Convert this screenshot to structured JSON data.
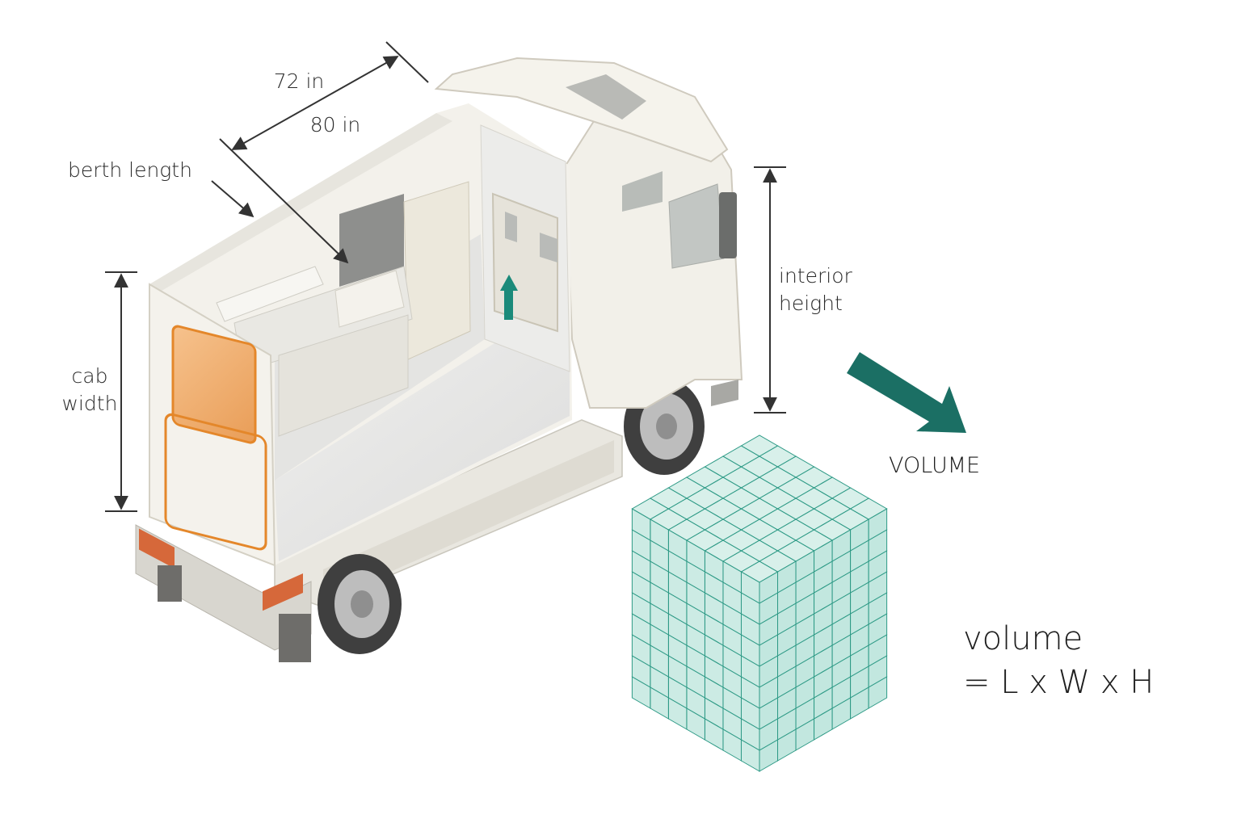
{
  "labels": {
    "dim_72": "72 in",
    "dim_80": "80 in",
    "berth_length": "berth length",
    "cab_width_1": "cab",
    "cab_width_2": "width",
    "interior_height_1": "interior",
    "interior_height_2": "height",
    "volume_arrow_label": "VOLUME",
    "formula_line1": "volume",
    "formula_line2": "= L x W x H"
  },
  "colors": {
    "teal": "#1b7a6e",
    "teal_glass": "#8fd3c4",
    "teal_edge": "#2e9a86",
    "body": "#f1efe8",
    "body_shadow": "#dcd9cf",
    "interior": "#e6e7e6",
    "orange": "#e8912f",
    "tire": "#4a4a4a",
    "dim_line": "#333333"
  },
  "icons": [
    "truck-cutaway",
    "up-arrow-icon",
    "down-right-arrow-icon",
    "voxel-cube"
  ]
}
